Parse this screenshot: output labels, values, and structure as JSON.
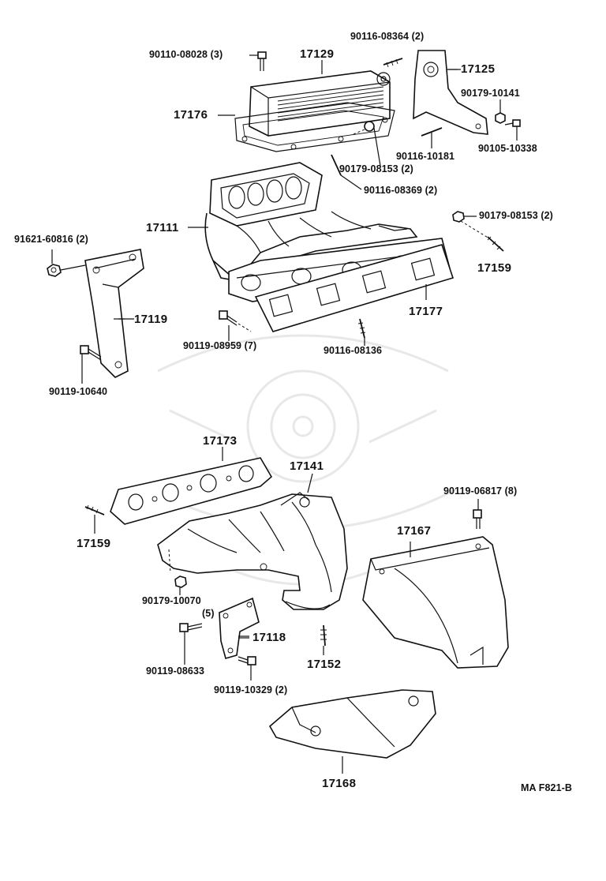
{
  "diagram_code": "MA F821-B",
  "upper_labels": {
    "p90110_08028": "90110-08028 (3)",
    "p17129": "17129",
    "p90116_08364": "90116-08364 (2)",
    "p17125": "17125",
    "p17176": "17176",
    "p90179_10141": "90179-10141",
    "p90116_10181": "90116-10181",
    "p90105_10338": "90105-10338",
    "p90179_08153_a": "90179-08153 (2)",
    "p90116_08369": "90116-08369 (2)",
    "p90179_08153_b": "90179-08153 (2)",
    "p17111": "17111",
    "p91621_60816": "91621-60816 (2)",
    "p17159_a": "17159",
    "p17119": "17119",
    "p17177": "17177",
    "p90119_08959": "90119-08959 (7)",
    "p90116_08136": "90116-08136",
    "p90119_10640": "90119-10640"
  },
  "lower_labels": {
    "p17173": "17173",
    "p17141": "17141",
    "p90119_06817": "90119-06817 (8)",
    "p17159_b": "17159",
    "p17167": "17167",
    "p90179_10070": "90179-10070",
    "p90179_10070_qty": "(5)",
    "p17118": "17118",
    "p17152": "17152",
    "p90119_08633": "90119-08633",
    "p90119_10329": "90119-10329 (2)",
    "p17168": "17168"
  }
}
